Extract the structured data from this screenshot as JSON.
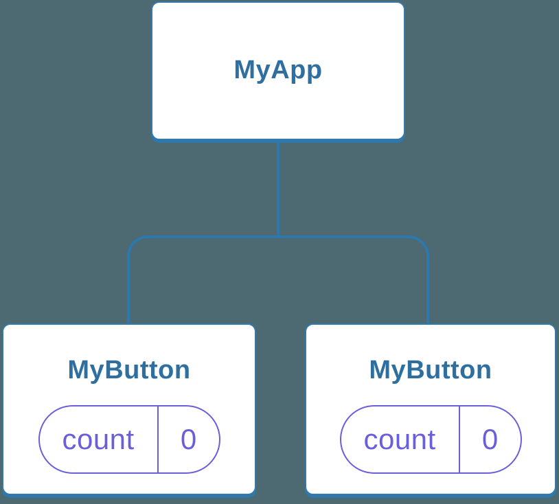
{
  "diagram": {
    "colors": {
      "background": "#4d6a73",
      "connector_blue": "#2e78ad",
      "card_border_blue": "#3579ab",
      "title_blue": "#2e6f9f",
      "state_purple": "#6a5fdb",
      "card_background": "#ffffff"
    },
    "root": {
      "label": "MyApp"
    },
    "children": [
      {
        "label": "MyButton",
        "state": {
          "key": "count",
          "value": "0"
        }
      },
      {
        "label": "MyButton",
        "state": {
          "key": "count",
          "value": "0"
        }
      }
    ]
  }
}
